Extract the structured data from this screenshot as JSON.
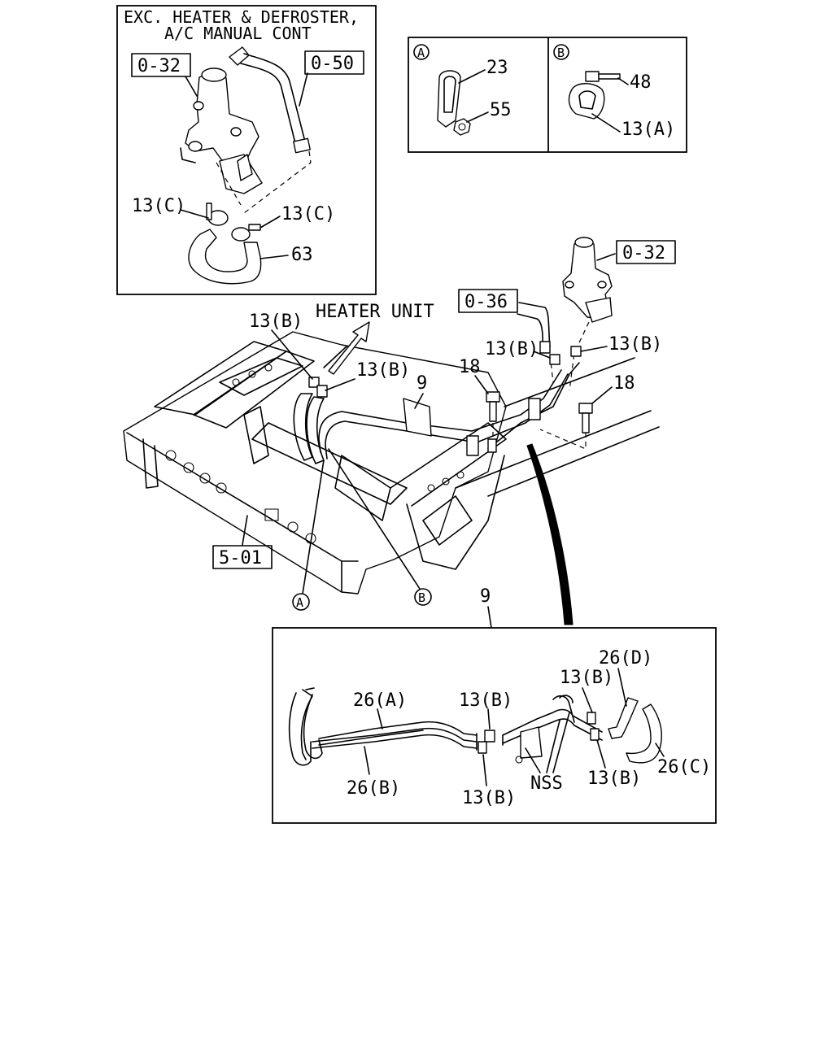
{
  "inset_top_left": {
    "header_line1": "EXC. HEATER & DEFROSTER,",
    "header_line2": "A/C MANUAL CONT",
    "ref_a": "0-32",
    "ref_b": "0-50",
    "label_c_left": "13(C)",
    "label_c_right": "13(C)",
    "label_63": "63"
  },
  "detail_panels": {
    "a_marker": "A",
    "a_part_1": "23",
    "a_part_2": "55",
    "b_marker": "B",
    "b_part_1": "48",
    "b_part_2": "13(A)"
  },
  "main_view": {
    "heater_unit": "HEATER UNIT",
    "label_13b_top": "13(B)",
    "label_13b_mid": "13(B)",
    "label_9": "9",
    "label_18_left": "18",
    "label_18_right": "18",
    "label_13b_pipe_left": "13(B)",
    "label_13b_pipe_right": "13(B)",
    "ref_036": "0-36",
    "ref_032": "0-32",
    "ref_501": "5-01",
    "marker_a": "A",
    "marker_b": "B"
  },
  "exploded_view": {
    "label_9": "9",
    "label_26a": "26(A)",
    "label_26b": "26(B)",
    "label_13b_top": "13(B)",
    "label_13b_bottom": "13(B)",
    "label_nss": "NSS",
    "label_13b_right_top": "13(B)",
    "label_13b_right_bottom": "13(B)",
    "label_26d": "26(D)",
    "label_26c": "26(C)"
  }
}
